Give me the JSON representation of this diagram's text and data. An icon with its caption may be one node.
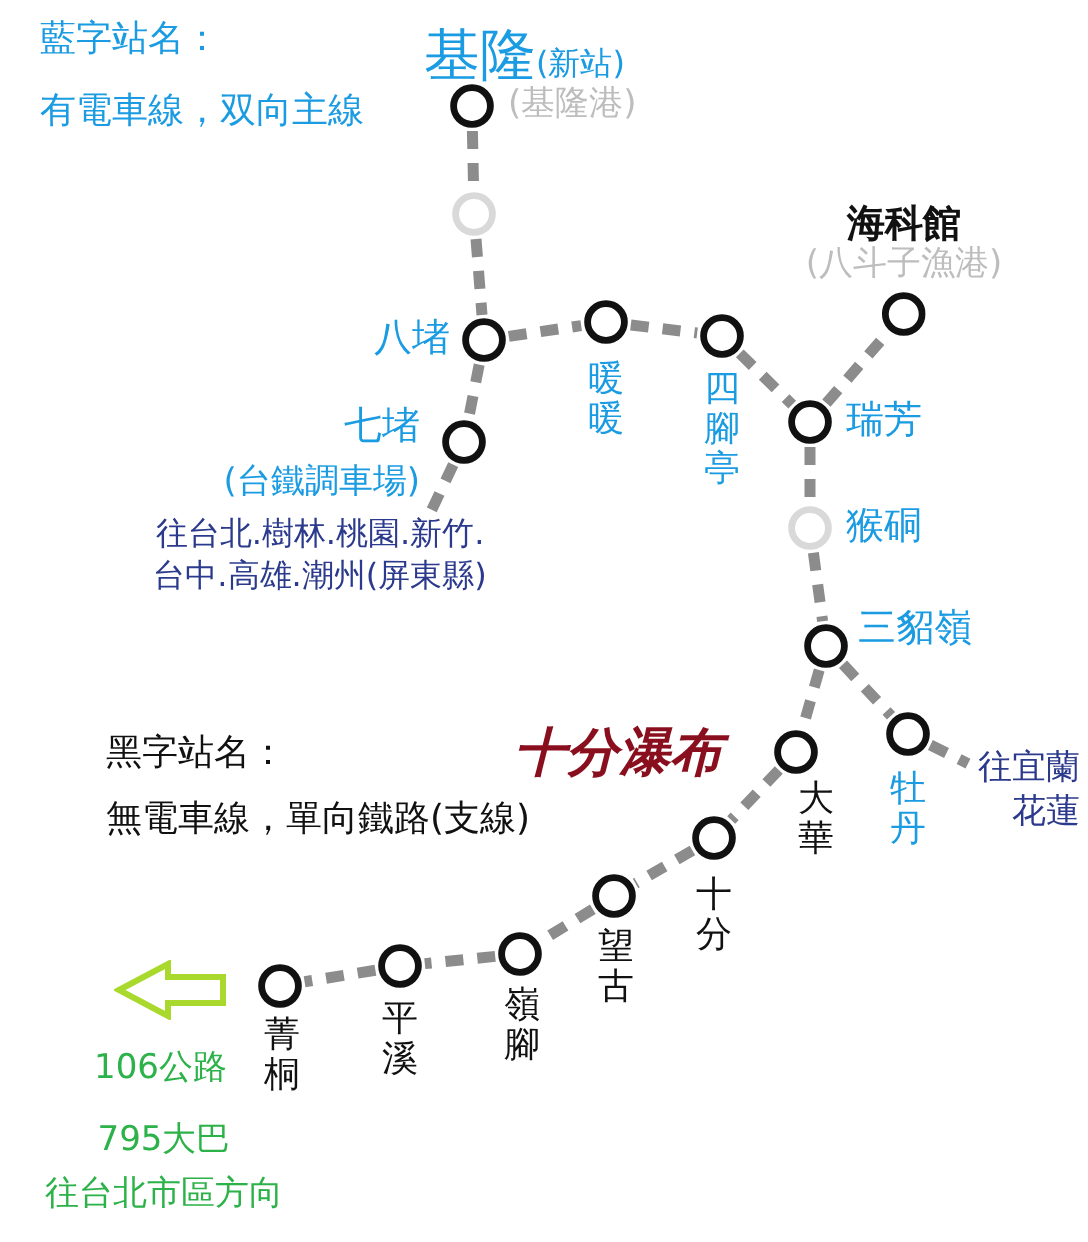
{
  "diagram": {
    "nodes": [
      {
        "text": [
          "基隆",
          "(新站)"
        ],
        "beside": [
          "(基隆港)"
        ]
      },
      {
        "text": [],
        "shape": "circle"
      },
      {
        "text": [
          "八堵"
        ]
      },
      {
        "text": [
          "暖暖"
        ]
      },
      {
        "text": [
          "四腳亭"
        ]
      },
      {
        "text": [
          "海科館"
        ],
        "beside": [
          "(八斗子漁港)"
        ]
      },
      {
        "text": [
          "瑞芳"
        ]
      },
      {
        "text": [
          "七堵",
          "(台鐵調車場)"
        ]
      },
      {
        "text": [
          "往台北.樹林.桃園.新竹.台中.高雄.潮州(屏東縣)"
        ]
      },
      {
        "text": [
          "猴硐"
        ]
      },
      {
        "text": [
          "三貂嶺"
        ]
      },
      {
        "text": [
          "大華"
        ]
      },
      {
        "text": [
          "牡丹"
        ]
      },
      {
        "text": [
          "往宜蘭花蓮"
        ]
      },
      {
        "text": [
          "十分"
        ]
      },
      {
        "text": [
          "望古"
        ]
      },
      {
        "text": [
          "嶺腳"
        ]
      },
      {
        "text": [
          "平溪"
        ]
      },
      {
        "text": [
          "菁桐"
        ]
      }
    ],
    "edges": [
      {
        "from": 0,
        "to": 1,
        "arrow": "none"
      },
      {
        "from": 1,
        "to": 2,
        "arrow": "none"
      },
      {
        "from": 2,
        "to": 3,
        "arrow": "none"
      },
      {
        "from": 3,
        "to": 4,
        "arrow": "none"
      },
      {
        "from": 4,
        "to": 6,
        "arrow": "none"
      },
      {
        "from": 6,
        "to": 5,
        "arrow": "none"
      },
      {
        "from": 2,
        "to": 7,
        "arrow": "none"
      },
      {
        "from": 7,
        "to": 8,
        "arrow": "none"
      },
      {
        "from": 6,
        "to": 9,
        "arrow": "none"
      },
      {
        "from": 9,
        "to": 10,
        "arrow": "none"
      },
      {
        "from": 10,
        "to": 12,
        "arrow": "none"
      },
      {
        "from": 12,
        "to": 13,
        "arrow": "none"
      },
      {
        "from": 10,
        "to": 11,
        "arrow": "none"
      },
      {
        "from": 11,
        "to": 14,
        "arrow": "none"
      },
      {
        "from": 14,
        "to": 15,
        "arrow": "none"
      },
      {
        "from": 15,
        "to": 16,
        "arrow": "none"
      },
      {
        "from": 16,
        "to": 17,
        "arrow": "none"
      },
      {
        "from": 17,
        "to": 18,
        "arrow": "none"
      }
    ],
    "labels": [
      "藍字站名：",
      "有電車線，双向主線",
      "十分瀑布",
      "黑字站名：",
      "無電車線，單向鐵路(支線)",
      "106公路",
      "795大巴",
      "往台北市區方向"
    ]
  }
}
